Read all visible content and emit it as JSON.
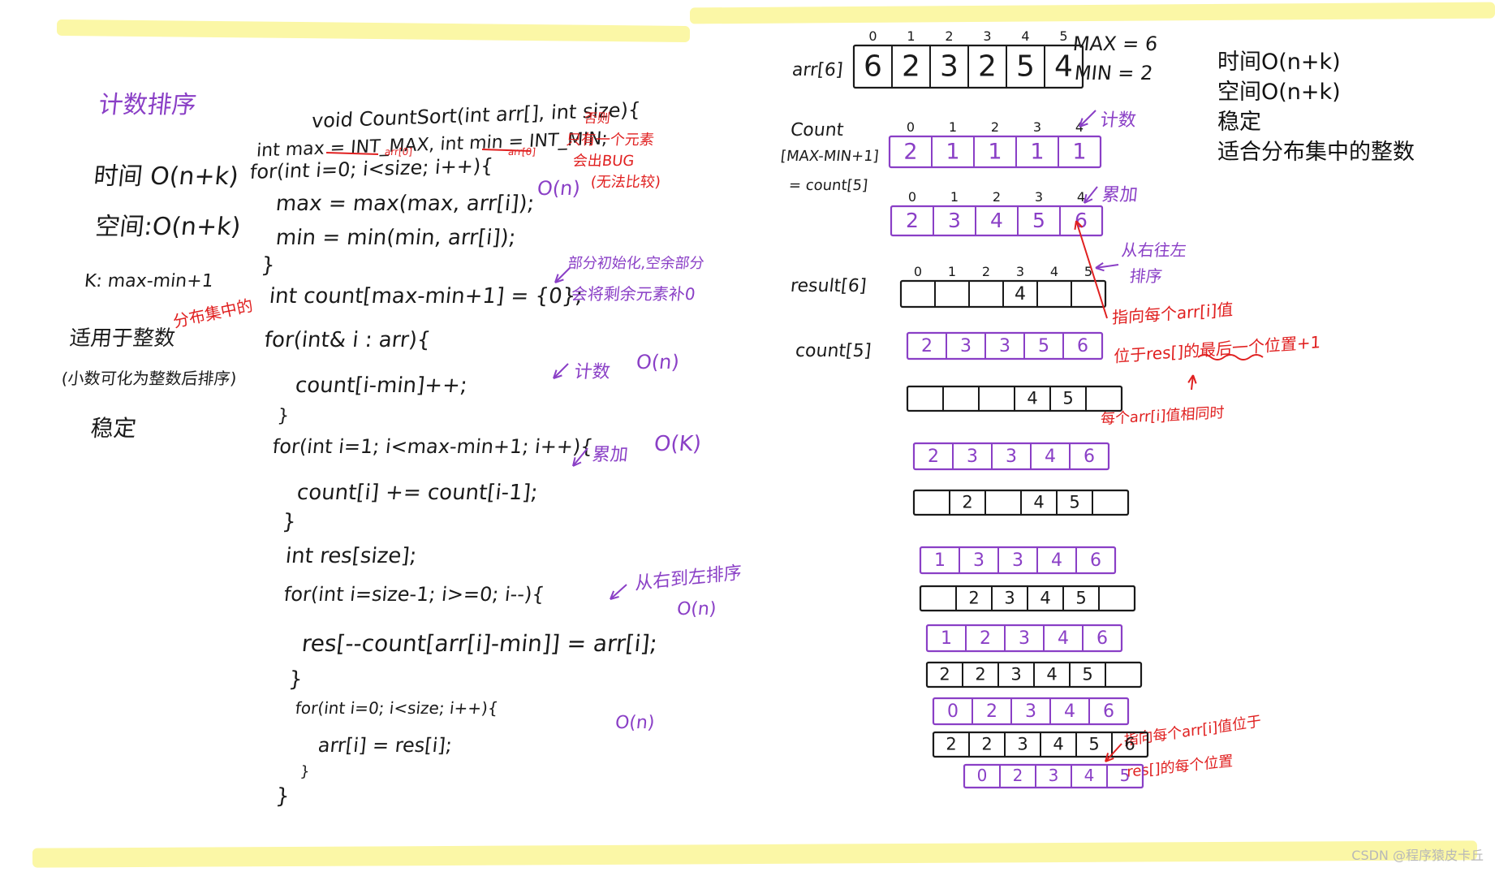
{
  "left": {
    "title": "计数排序",
    "time": "时间 O(n+k)",
    "space": "空间:O(n+k)",
    "k_def": "K: max-min+1",
    "suitable": "适用于整数",
    "suitable_note": "分布集中的",
    "suitable_note2": "(小数可化为整数后排序)",
    "stable": "稳定"
  },
  "code": {
    "l1": "void CountSort(int arr[], int size){",
    "l2": "int max = INT_MAX, int min = INT_MIN;",
    "l3": "for(int i=0; i<size; i++){",
    "l4": "max = max(max, arr[i]);",
    "l5": "min = min(min, arr[i]);",
    "l6": "}",
    "l7": "int count[max-min+1] = {0};",
    "l8": "for(int& i : arr){",
    "l9": "count[i-min]++;",
    "l10": "}",
    "l11": "for(int i=1; i<max-min+1; i++){",
    "l12": "count[i] += count[i-1];",
    "l13": "}",
    "l14": "int res[size];",
    "l15": "for(int i=size-1; i>=0; i--){",
    "l16": "res[--count[arr[i]-min]] = arr[i];",
    "l17": "}",
    "l18": "for(int i=0; i<size; i++){",
    "l19": "arr[i] = res[i];",
    "l20": "}",
    "l21": "}",
    "sub_arr0_a": "arr[0]",
    "sub_arr0_b": "arr[0]"
  },
  "notes": {
    "red1": "否则",
    "red2": "只有一个元素",
    "red3": "会出BUG",
    "red4": "(无法比较)",
    "on1": "O(n)",
    "init1": "部分初始化,空余部分",
    "init2": "会将剩余元素补0",
    "count_note": "计数",
    "on2": "O(n)",
    "accum_note": "累加",
    "ok": "O(K)",
    "fill_note": "从右到左排序",
    "on3": "O(n)",
    "on4": "O(n)"
  },
  "right": {
    "arr_label": "arr[6]",
    "arr_values": [
      "6",
      "2",
      "3",
      "2",
      "5",
      "4"
    ],
    "arr_idx": [
      "0",
      "1",
      "2",
      "3",
      "4",
      "5"
    ],
    "max_label": "MAX = 6",
    "min_label": "MIN = 2",
    "count_label1": "Count",
    "count_label2": "[MAX-MIN+1]",
    "count_label3": "= count[5]",
    "count_idx": [
      "0",
      "1",
      "2",
      "3",
      "4"
    ],
    "count_vals": [
      "2",
      "1",
      "1",
      "1",
      "1"
    ],
    "count_note": "计数",
    "accum_idx": [
      "0",
      "1",
      "2",
      "3",
      "4"
    ],
    "accum_vals": [
      "2",
      "3",
      "4",
      "5",
      "6"
    ],
    "accum_note": "累加",
    "result_label": "result[6]",
    "result_idx": [
      "0",
      "1",
      "2",
      "3",
      "4",
      "5"
    ],
    "result_vals": [
      "",
      "",
      "",
      "4",
      "",
      ""
    ],
    "right_sort1": "从右往左",
    "right_sort2": "排序",
    "point1": "指向每个arr[i]值",
    "point2": "位于res[]的最后一个位置+1",
    "same_note": "每个arr[i]值相同时",
    "count5_label": "count[5]",
    "s1_count": [
      "2",
      "3",
      "3",
      "5",
      "6"
    ],
    "s1_res": [
      "",
      "",
      "",
      "4",
      "5",
      ""
    ],
    "s2_count": [
      "2",
      "3",
      "3",
      "4",
      "6"
    ],
    "s2_res": [
      "",
      "2",
      "",
      "4",
      "5",
      ""
    ],
    "s3_count": [
      "1",
      "3",
      "3",
      "4",
      "6"
    ],
    "s3_res": [
      "",
      "2",
      "3",
      "4",
      "5",
      ""
    ],
    "s4_count": [
      "1",
      "2",
      "3",
      "4",
      "6"
    ],
    "s4_res": [
      "2",
      "2",
      "3",
      "4",
      "5",
      ""
    ],
    "s5_count": [
      "0",
      "2",
      "3",
      "4",
      "6"
    ],
    "s5_res": [
      "2",
      "2",
      "3",
      "4",
      "5",
      "6"
    ],
    "s6_count": [
      "0",
      "2",
      "3",
      "4",
      "5"
    ],
    "bottom_note1": "指向每个arr[i]值位于",
    "bottom_note2": "res[]的每个位置"
  },
  "summary": {
    "time": "时间O(n+k)",
    "space": "空间O(n+k)",
    "stable": "稳定",
    "usage": "适合分布集中的整数"
  },
  "watermark": "CSDN @程序猿皮卡丘"
}
